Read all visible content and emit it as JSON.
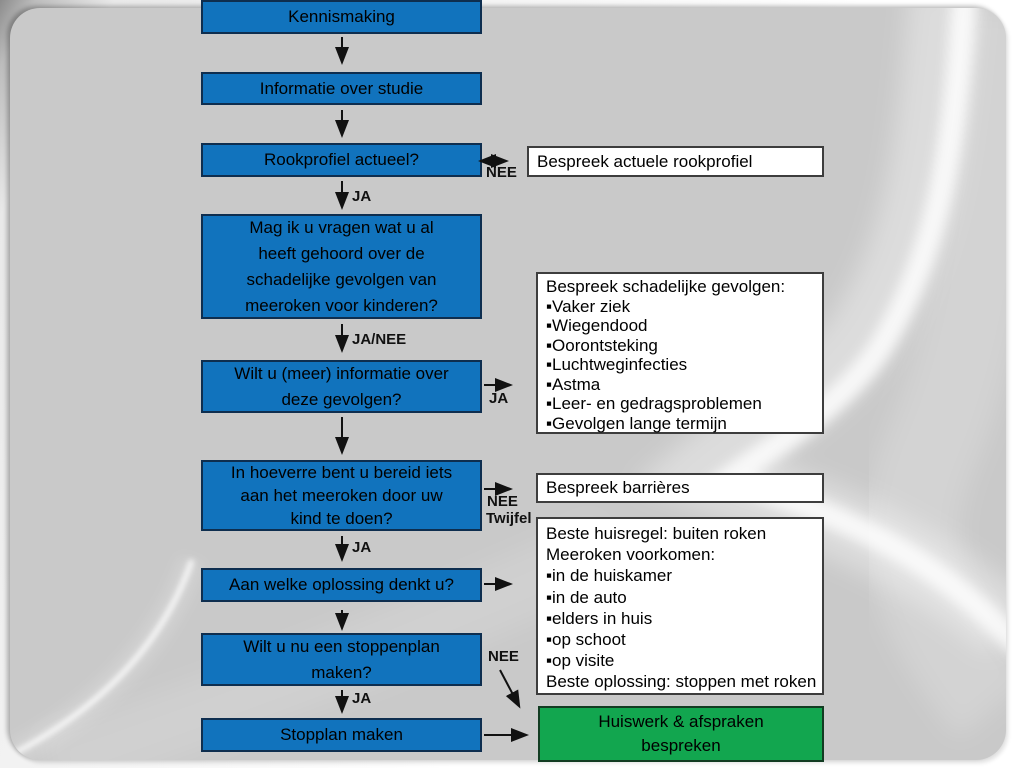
{
  "colors": {
    "node_blue": "#1173bd",
    "outcome_green": "#12a64f",
    "slide_gray": "#c9c9c9",
    "box_white": "#ffffff",
    "arrow_black": "#111111"
  },
  "nodes": {
    "kennismaking": {
      "label": "Kennismaking"
    },
    "informatie": {
      "label": "Informatie over studie"
    },
    "rookprofiel": {
      "label": "Rookprofiel actueel?"
    },
    "vragen": {
      "lines": [
        "Mag ik u vragen wat u al",
        "heeft gehoord over de",
        "schadelijke gevolgen van",
        "meeroken voor kinderen?"
      ]
    },
    "wilt_informatie": {
      "lines": [
        "Wilt u (meer) informatie over",
        "deze gevolgen?"
      ]
    },
    "hoeverre": {
      "lines": [
        "In hoeverre bent u bereid iets",
        "aan het meeroken door uw",
        "kind te doen?"
      ]
    },
    "oplossing": {
      "label": "Aan welke oplossing denkt u?"
    },
    "stoppenplan": {
      "lines": [
        "Wilt u nu een stoppenplan",
        "maken?"
      ]
    },
    "stopplan": {
      "label": "Stopplan maken"
    },
    "huiswerk": {
      "lines": [
        "Huiswerk & afspraken",
        "bespreken"
      ]
    }
  },
  "side": {
    "rookprofiel_info": {
      "label": "Bespreek actuele rookprofiel"
    },
    "gevolgen": {
      "title": "Bespreek schadelijke gevolgen:",
      "items": [
        "▪Vaker ziek",
        "▪Wiegendood",
        "▪Oorontsteking",
        "▪Luchtweginfecties",
        "▪Astma",
        "▪Leer- en gedragsproblemen",
        "▪Gevolgen lange termijn"
      ]
    },
    "barrieres": {
      "label": "Bespreek barrières"
    },
    "huisregel": {
      "lines": [
        "Beste huisregel: buiten roken",
        "Meeroken voorkomen:",
        "▪in de huiskamer",
        "▪in de auto",
        "▪elders in huis",
        "▪op schoot",
        "▪op visite",
        "Beste oplossing: stoppen met roken"
      ]
    }
  },
  "edge_labels": {
    "nee_rookprofiel": "NEE",
    "ja_rookprofiel": "JA",
    "janee_vragen": "JA/NEE",
    "ja_informatie": "JA",
    "nee_hoeverre": "NEE",
    "twijfel_hoeverre": "Twijfel",
    "ja_hoeverre": "JA",
    "nee_stoppenplan": "NEE",
    "ja_stoppenplan": "JA"
  }
}
